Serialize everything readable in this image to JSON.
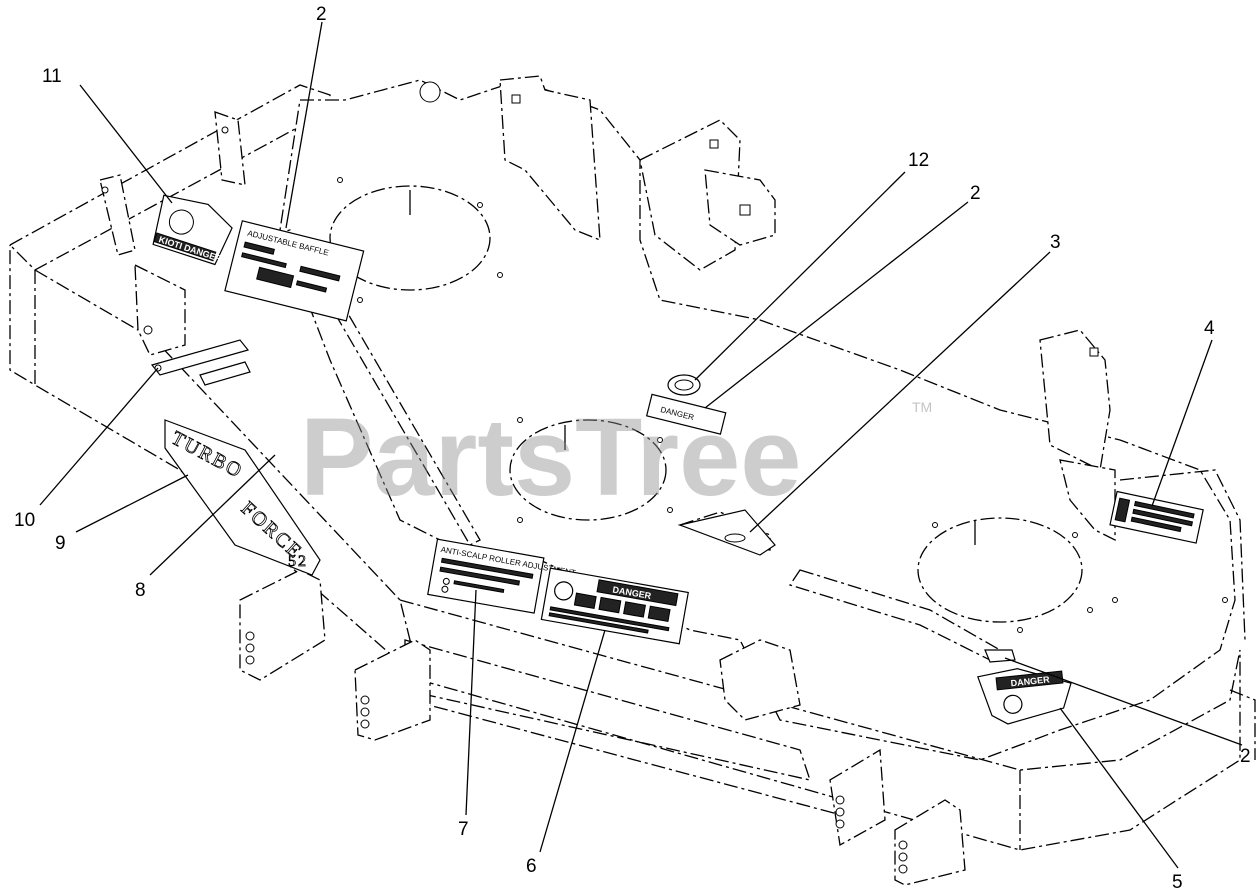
{
  "watermark": {
    "text": "PartsTree",
    "tm": "TM"
  },
  "deck_lettering": {
    "line1": "TURBO",
    "line2": "FORCE",
    "size": "52"
  },
  "decals": {
    "danger": "DANGER",
    "kioti_danger": "KIOTI DANGER",
    "anti_scalp": "ANTI-SCALP ROLLER ADJUSTMENT",
    "adjustable_baffle": "ADJUSTABLE BAFFLE"
  },
  "callouts": [
    {
      "id": "c1",
      "label": "2"
    },
    {
      "id": "c2",
      "label": "11"
    },
    {
      "id": "c3",
      "label": "12"
    },
    {
      "id": "c4",
      "label": "2"
    },
    {
      "id": "c5",
      "label": "3"
    },
    {
      "id": "c6",
      "label": "4"
    },
    {
      "id": "c7",
      "label": "10"
    },
    {
      "id": "c8",
      "label": "9"
    },
    {
      "id": "c9",
      "label": "8"
    },
    {
      "id": "c10",
      "label": "2"
    },
    {
      "id": "c11",
      "label": "7"
    },
    {
      "id": "c12",
      "label": "6"
    },
    {
      "id": "c13",
      "label": "5"
    }
  ]
}
